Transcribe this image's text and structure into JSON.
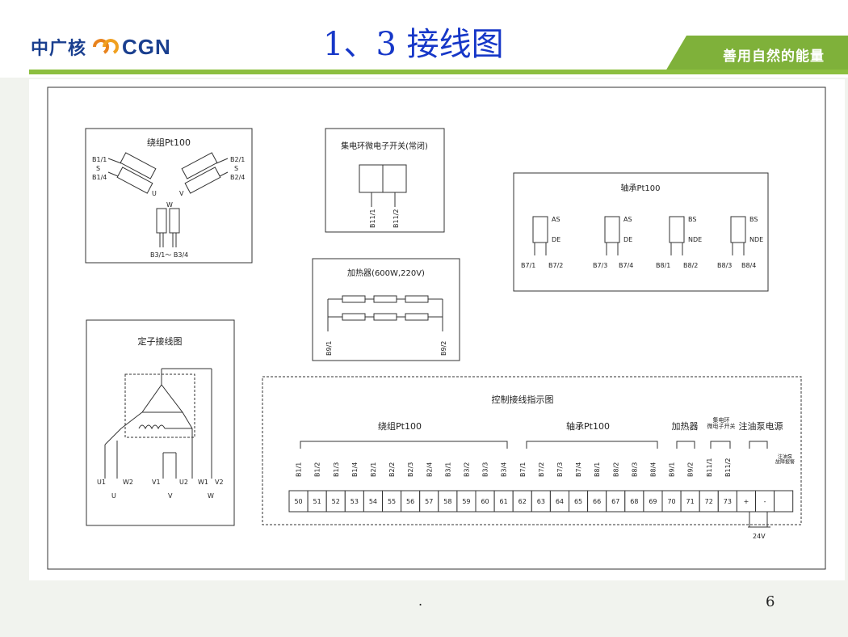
{
  "header": {
    "logo_cn": "中广核",
    "logo_en": "CGN",
    "title": "1、3 接线图",
    "slogan": "善用自然的能量"
  },
  "winding": {
    "title": "绕组Pt100",
    "labels": [
      "B1/1",
      "S",
      "B1/4",
      "B2/1",
      "S",
      "B2/4",
      "U",
      "V",
      "W",
      "B3/1～ B3/4"
    ]
  },
  "collector": {
    "title": "集电环微电子开关(常闭)",
    "terminals": [
      "B11/1",
      "B11/2"
    ]
  },
  "heater": {
    "title": "加热器(600W,220V)",
    "terminals": [
      "B9/1",
      "B9/2"
    ]
  },
  "bearing": {
    "title": "轴承Pt100",
    "sensors": [
      {
        "top": "AS",
        "bottom": "DE",
        "t1": "B7/1",
        "t2": "B7/2"
      },
      {
        "top": "AS",
        "bottom": "DE",
        "t1": "B7/3",
        "t2": "B7/4"
      },
      {
        "top": "BS",
        "bottom": "NDE",
        "t1": "B8/1",
        "t2": "B8/2"
      },
      {
        "top": "BS",
        "bottom": "NDE",
        "t1": "B8/3",
        "t2": "B8/4"
      }
    ]
  },
  "stator": {
    "title": "定子接线图",
    "terminals": [
      "U1",
      "W2",
      "V1",
      "U2",
      "W1",
      "V2"
    ],
    "phases": [
      "U",
      "V",
      "W"
    ]
  },
  "control": {
    "title": "控制接线指示图",
    "groups": [
      "绕组Pt100",
      "轴承Pt100",
      "加热器",
      "集电环\n微电子开关",
      "注油泵电源"
    ],
    "signals": [
      "B1/1",
      "B1/2",
      "B1/3",
      "B1/4",
      "B2/1",
      "B2/2",
      "B2/3",
      "B2/4",
      "B3/1",
      "B3/2",
      "B3/3",
      "B3/4",
      "B7/1",
      "B7/2",
      "B7/3",
      "B7/4",
      "B8/1",
      "B8/2",
      "B8/3",
      "B8/4",
      "B9/1",
      "B9/2",
      "B11/1",
      "B11/2"
    ],
    "terminals": [
      "50",
      "51",
      "52",
      "53",
      "54",
      "55",
      "56",
      "57",
      "58",
      "59",
      "60",
      "61",
      "62",
      "63",
      "64",
      "65",
      "66",
      "67",
      "68",
      "69",
      "70",
      "71",
      "72",
      "73",
      "+",
      "-",
      ""
    ],
    "pump_label": "注油泵\n故障报警",
    "voltage": "24V"
  },
  "footer": {
    "dot": ".",
    "page": "6"
  }
}
